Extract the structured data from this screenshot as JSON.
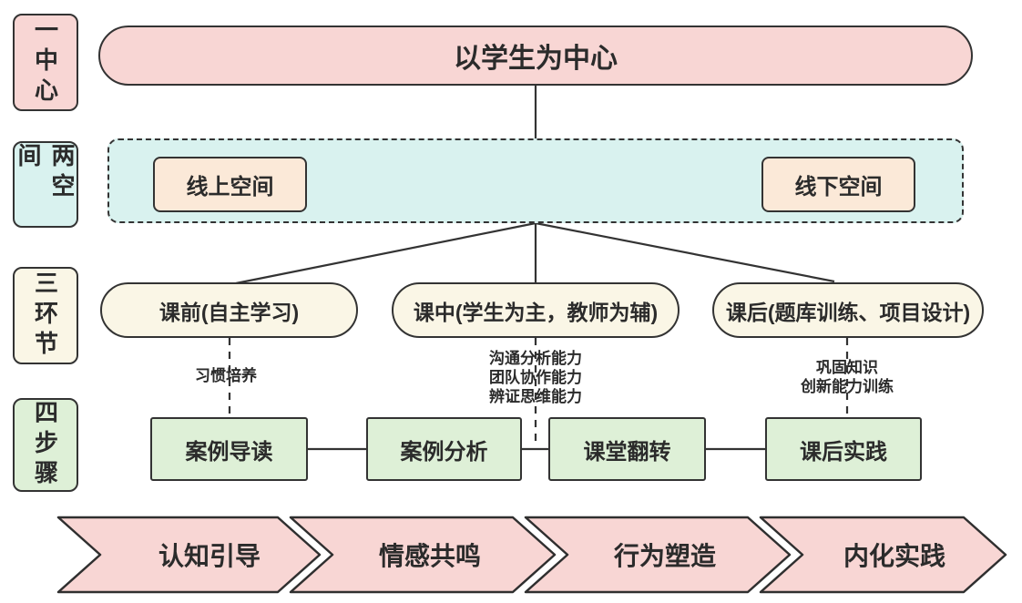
{
  "palette": {
    "pink": "#f8d6d4",
    "cyan": "#d9f2ef",
    "cream": "#faf6e6",
    "green": "#def0d7",
    "peach": "#fbe9d8",
    "line": "#333333",
    "text": "#2b2b2b"
  },
  "sidebar": {
    "labels": [
      {
        "text": "一中心",
        "color": "#f8d6d4"
      },
      {
        "text": "两空间",
        "color": "#d9f2ef"
      },
      {
        "text": "三环节",
        "color": "#faf6e6"
      },
      {
        "text": "四步骤",
        "color": "#def0d7"
      }
    ]
  },
  "center": {
    "title": "以学生为中心"
  },
  "spaces": {
    "items": [
      {
        "label": "线上空间"
      },
      {
        "label": "线下空间"
      }
    ]
  },
  "stages": {
    "items": [
      {
        "label": "课前(自主学习)"
      },
      {
        "label": "课中(学生为主，教师为辅)"
      },
      {
        "label": "课后(题库训练、项目设计)"
      }
    ]
  },
  "stage_notes": [
    {
      "line1": "习惯培养",
      "line2": "",
      "line3": ""
    },
    {
      "line1": "沟通分析能力",
      "line2": "团队协作能力",
      "line3": "辨证思维能力"
    },
    {
      "line1": "巩固知识",
      "line2": "创新能力训练",
      "line3": ""
    }
  ],
  "steps": {
    "items": [
      {
        "label": "案例导读"
      },
      {
        "label": "案例分析"
      },
      {
        "label": "课堂翻转"
      },
      {
        "label": "课后实践"
      }
    ]
  },
  "process_arrows": {
    "items": [
      {
        "label": "认知引导"
      },
      {
        "label": "情感共鸣"
      },
      {
        "label": "行为塑造"
      },
      {
        "label": "内化实践"
      }
    ]
  }
}
